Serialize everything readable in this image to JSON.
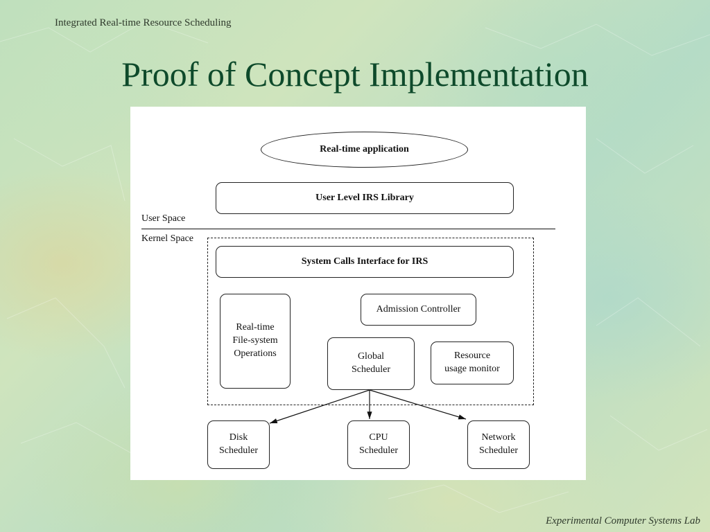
{
  "slide": {
    "header": "Integrated Real-time Resource Scheduling",
    "title": "Proof of Concept Implementation",
    "footer": "Experimental Computer Systems Lab"
  },
  "diagram": {
    "app": "Real-time application",
    "user_lib": "User Level IRS  Library",
    "user_space": "User Space",
    "kernel_space": "Kernel Space",
    "syscalls": "System Calls Interface for IRS",
    "rtfs": [
      "Real-time",
      "File-system",
      "Operations"
    ],
    "admission": "Admission Controller",
    "global": [
      "Global",
      "Scheduler"
    ],
    "monitor": [
      "Resource",
      "usage monitor"
    ],
    "disk": [
      "Disk",
      "Scheduler"
    ],
    "cpu": [
      "CPU",
      "Scheduler"
    ],
    "network": [
      "Network",
      "Scheduler"
    ]
  },
  "colors": {
    "title": "#0e4a2b",
    "figure_bg": "#ffffff"
  }
}
